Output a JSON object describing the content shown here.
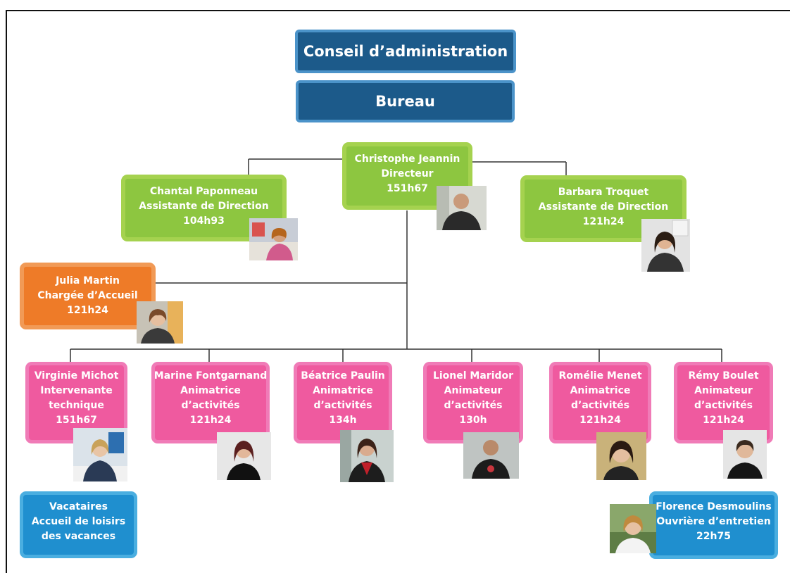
{
  "board": {
    "label": "Conseil d’administration"
  },
  "bureau": {
    "label": "Bureau"
  },
  "director": {
    "name": "Christophe Jeannin",
    "role": "Directeur",
    "hours": "151h67"
  },
  "assistants": [
    {
      "name": "Chantal Paponneau",
      "role": "Assistante de Direction",
      "hours": "104h93"
    },
    {
      "name": "Barbara Troquet",
      "role": "Assistante de Direction",
      "hours": "121h24"
    }
  ],
  "reception": {
    "name": "Julia Martin",
    "role": "Chargée d’Accueil",
    "hours": "121h24"
  },
  "staff": [
    {
      "name": "Virginie Michot",
      "role_line1": "Intervenante",
      "role_line2": "technique",
      "hours": "151h67"
    },
    {
      "name": "Marine Fontgarnand",
      "role_line1": "Animatrice",
      "role_line2": "d’activités",
      "hours": "121h24"
    },
    {
      "name": "Béatrice Paulin",
      "role_line1": "Animatrice",
      "role_line2": "d’activités",
      "hours": "134h"
    },
    {
      "name": "Lionel Maridor",
      "role_line1": "Animateur",
      "role_line2": "d’activités",
      "hours": "130h"
    },
    {
      "name": "Romélie Menet",
      "role_line1": "Animatrice",
      "role_line2": "d’activités",
      "hours": "121h24"
    },
    {
      "name": "Rémy Boulet",
      "role_line1": "Animateur",
      "role_line2": "d’activités",
      "hours": "121h24"
    }
  ],
  "temps": {
    "line1": "Vacataires",
    "line2": "Accueil de loisirs",
    "line3": "des vacances"
  },
  "maintenance": {
    "name": "Florence Desmoulins",
    "role": "Ouvrière d’entretien",
    "hours": "22h75"
  },
  "colors": {
    "navy": "#1c5a8a",
    "green": "#8dc640",
    "orange": "#ee7b28",
    "pink": "#ef5a9f",
    "blue": "#1f8fcf"
  }
}
